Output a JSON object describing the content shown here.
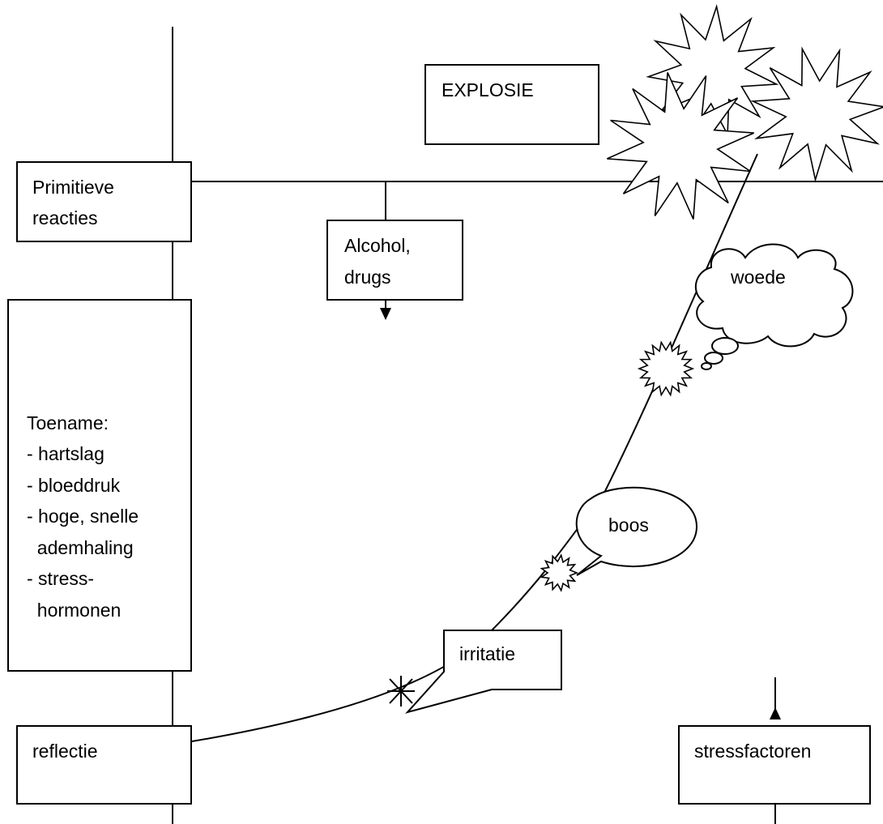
{
  "diagram": {
    "labels": {
      "explosie": "EXPLOSIE",
      "primitieve": [
        "Primitieve",
        "reacties"
      ],
      "alcohol": [
        "Alcohol,",
        "drugs"
      ],
      "toename": [
        "Toename:",
        "- hartslag",
        "- bloeddruk",
        "- hoge, snelle",
        "  ademhaling",
        "- stress-",
        "  hormonen"
      ],
      "reflectie": "reflectie",
      "irritatie": "irritatie",
      "boos": "boos",
      "woede": "woede",
      "stressfactoren": "stressfactoren"
    },
    "colors": {
      "stroke": "#000000",
      "fill": "#ffffff"
    }
  }
}
